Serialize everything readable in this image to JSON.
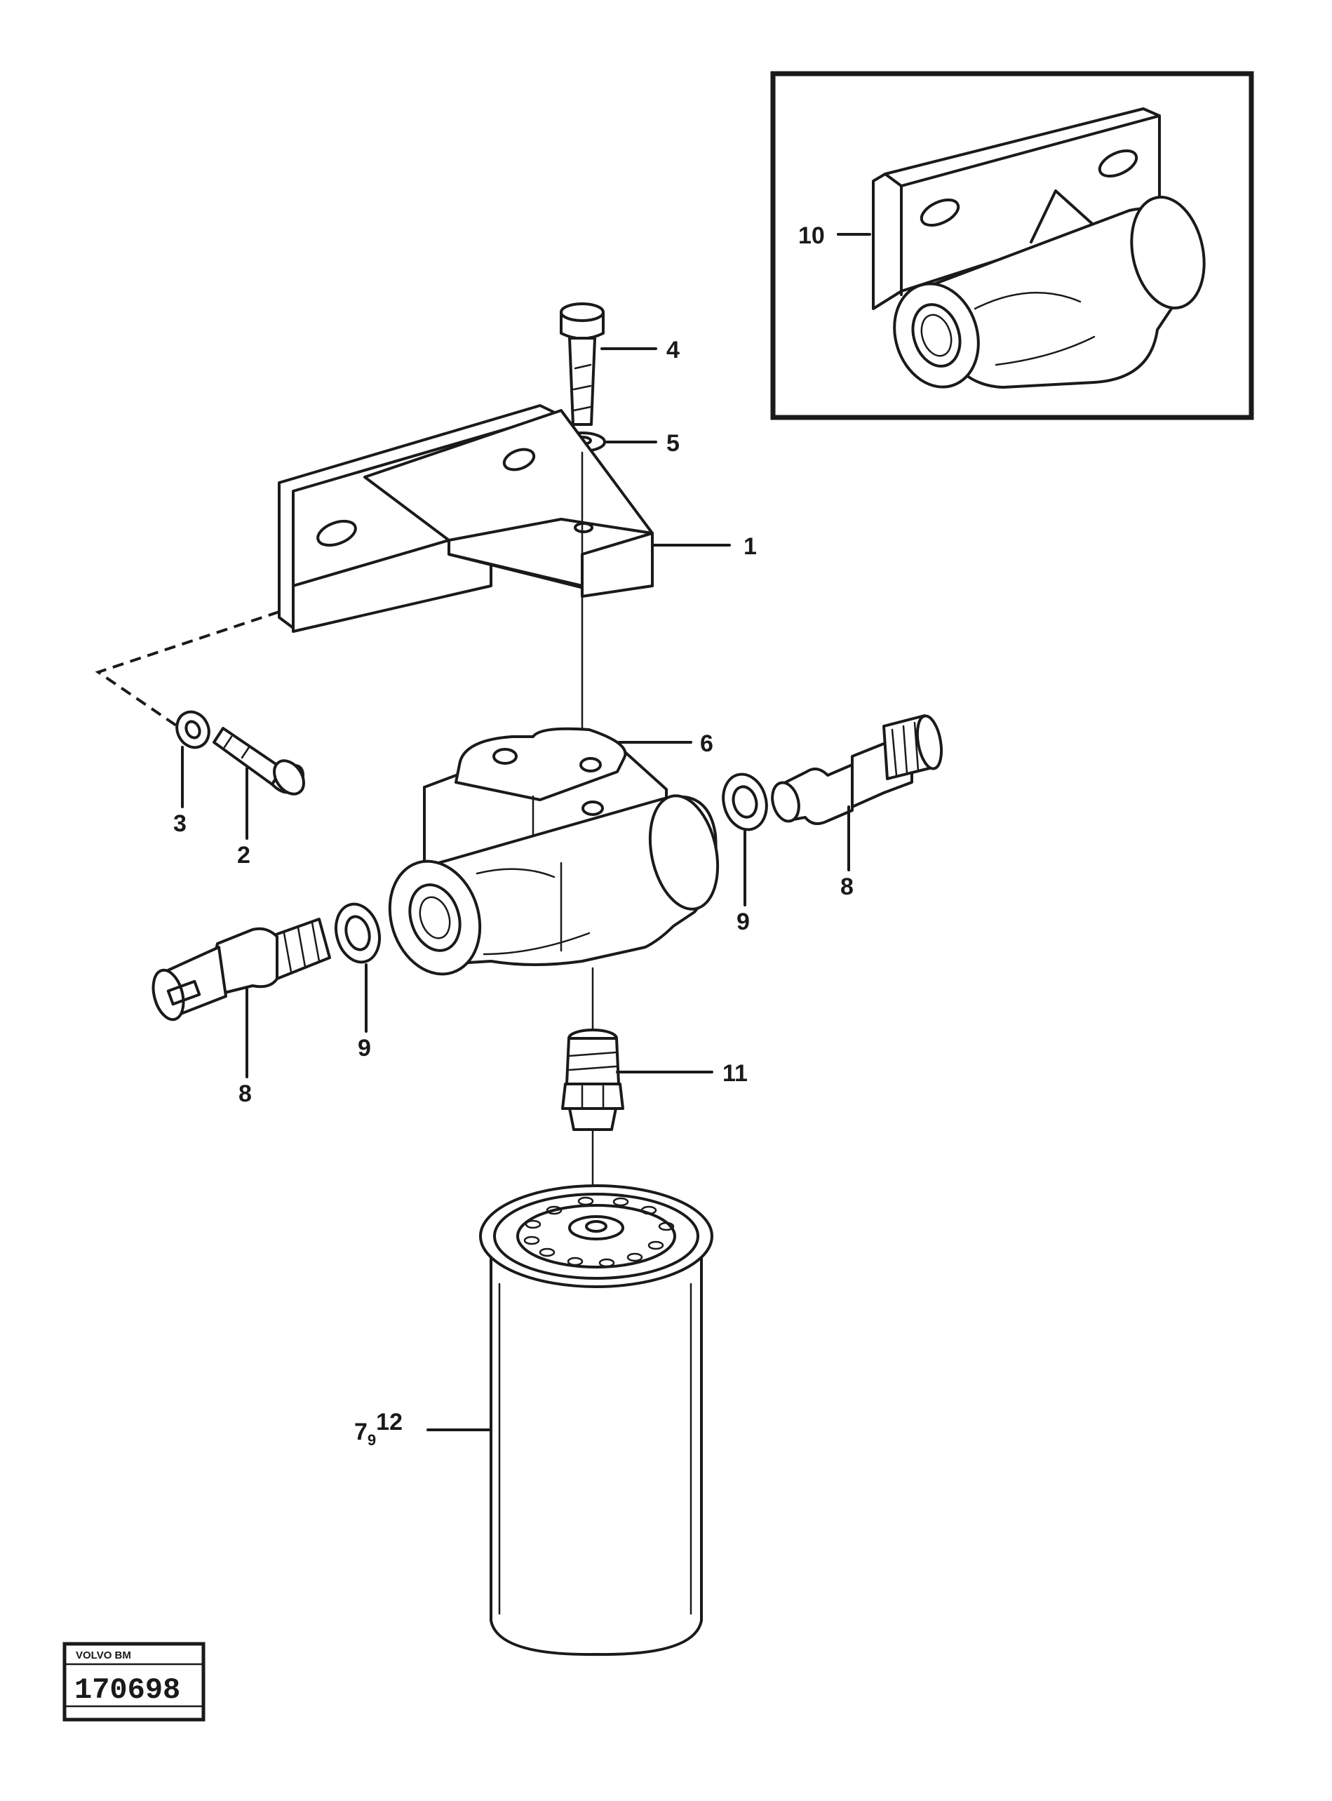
{
  "diagram": {
    "labels": {
      "p1": "1",
      "p2": "2",
      "p3": "3",
      "p4": "4",
      "p5": "5",
      "p6": "6",
      "p7_12_main": "7",
      "p7_12_sub": "9",
      "p7_12_sup": "12",
      "p8_left": "8",
      "p8_right": "8",
      "p9_left": "9",
      "p9_right": "9",
      "p10": "10",
      "p11": "11"
    },
    "stamp": {
      "brand": "VOLVO BM",
      "number": "170698"
    }
  }
}
